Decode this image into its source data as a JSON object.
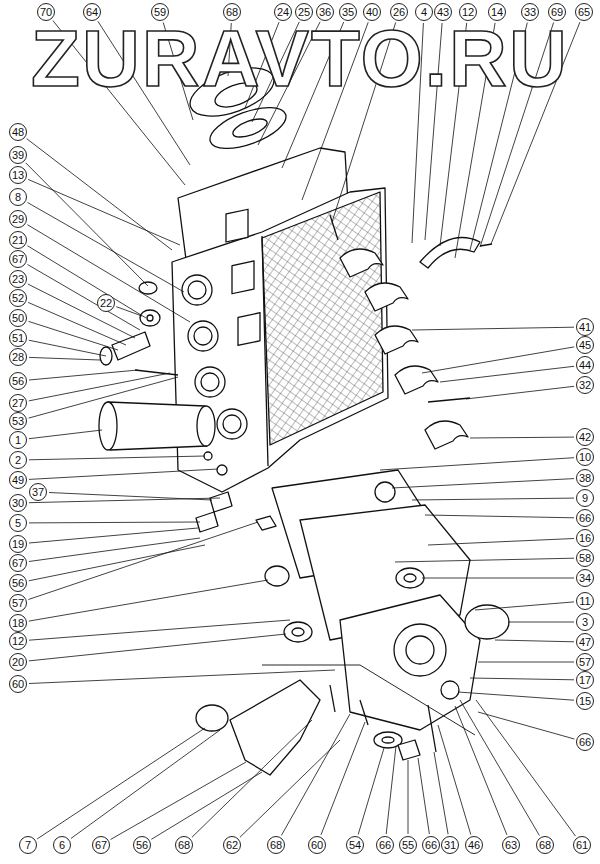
{
  "diagram": {
    "labels": [
      "ZURAVTO.RU",
      "70",
      "64",
      "59",
      "68",
      "24",
      "25",
      "36",
      "35",
      "40",
      "26",
      "4",
      "43",
      "12",
      "14",
      "33",
      "69",
      "65",
      "48",
      "39",
      "13",
      "8",
      "29",
      "21",
      "67",
      "23",
      "52",
      "50",
      "51",
      "28",
      "56",
      "27",
      "53",
      "1",
      "2",
      "49",
      "37",
      "30",
      "5",
      "19",
      "67",
      "56",
      "57",
      "18",
      "12",
      "20",
      "60",
      "22",
      "41",
      "45",
      "44",
      "32",
      "42",
      "10",
      "38",
      "9",
      "66",
      "16",
      "58",
      "34",
      "11",
      "3",
      "47",
      "57",
      "17",
      "15",
      "66",
      "7",
      "6",
      "67",
      "56",
      "68",
      "62",
      "68",
      "60",
      "54",
      "66",
      "55",
      "66",
      "31",
      "46",
      "63",
      "68",
      "61"
    ]
  }
}
